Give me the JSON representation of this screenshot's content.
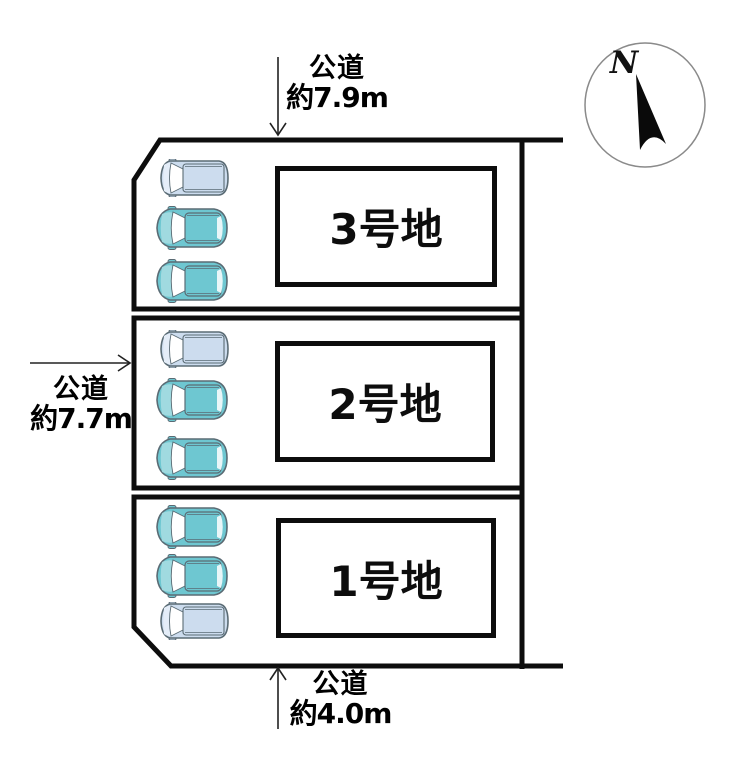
{
  "diagram": {
    "type": "land-plot-layout",
    "north_label": "N",
    "roads": {
      "top": {
        "name": "公道",
        "width": "約7.9m"
      },
      "left": {
        "name": "公道",
        "width": "約7.7m"
      },
      "bottom": {
        "name": "公道",
        "width": "約4.0m"
      }
    },
    "plots": [
      {
        "label": "3号地",
        "position": "top",
        "cars": [
          "light-van",
          "teal-suv",
          "teal-suv"
        ]
      },
      {
        "label": "2号地",
        "position": "middle",
        "cars": [
          "light-van",
          "teal-suv",
          "teal-suv"
        ]
      },
      {
        "label": "1号地",
        "position": "bottom",
        "cars": [
          "teal-suv",
          "teal-suv",
          "light-van"
        ]
      }
    ],
    "colors": {
      "line": "#0d0d0d",
      "car_teal": "#6ec7d1",
      "car_teal_light": "#a9dde3",
      "car_teal_window": "#e9f6f8",
      "car_light": "#ccdcee",
      "car_light_hood": "#e4edf8",
      "car_outline": "#5a6b74",
      "arrow": "#222222",
      "compass_ring": "#8a8a8a",
      "compass_needle": "#0a0a0a"
    }
  }
}
